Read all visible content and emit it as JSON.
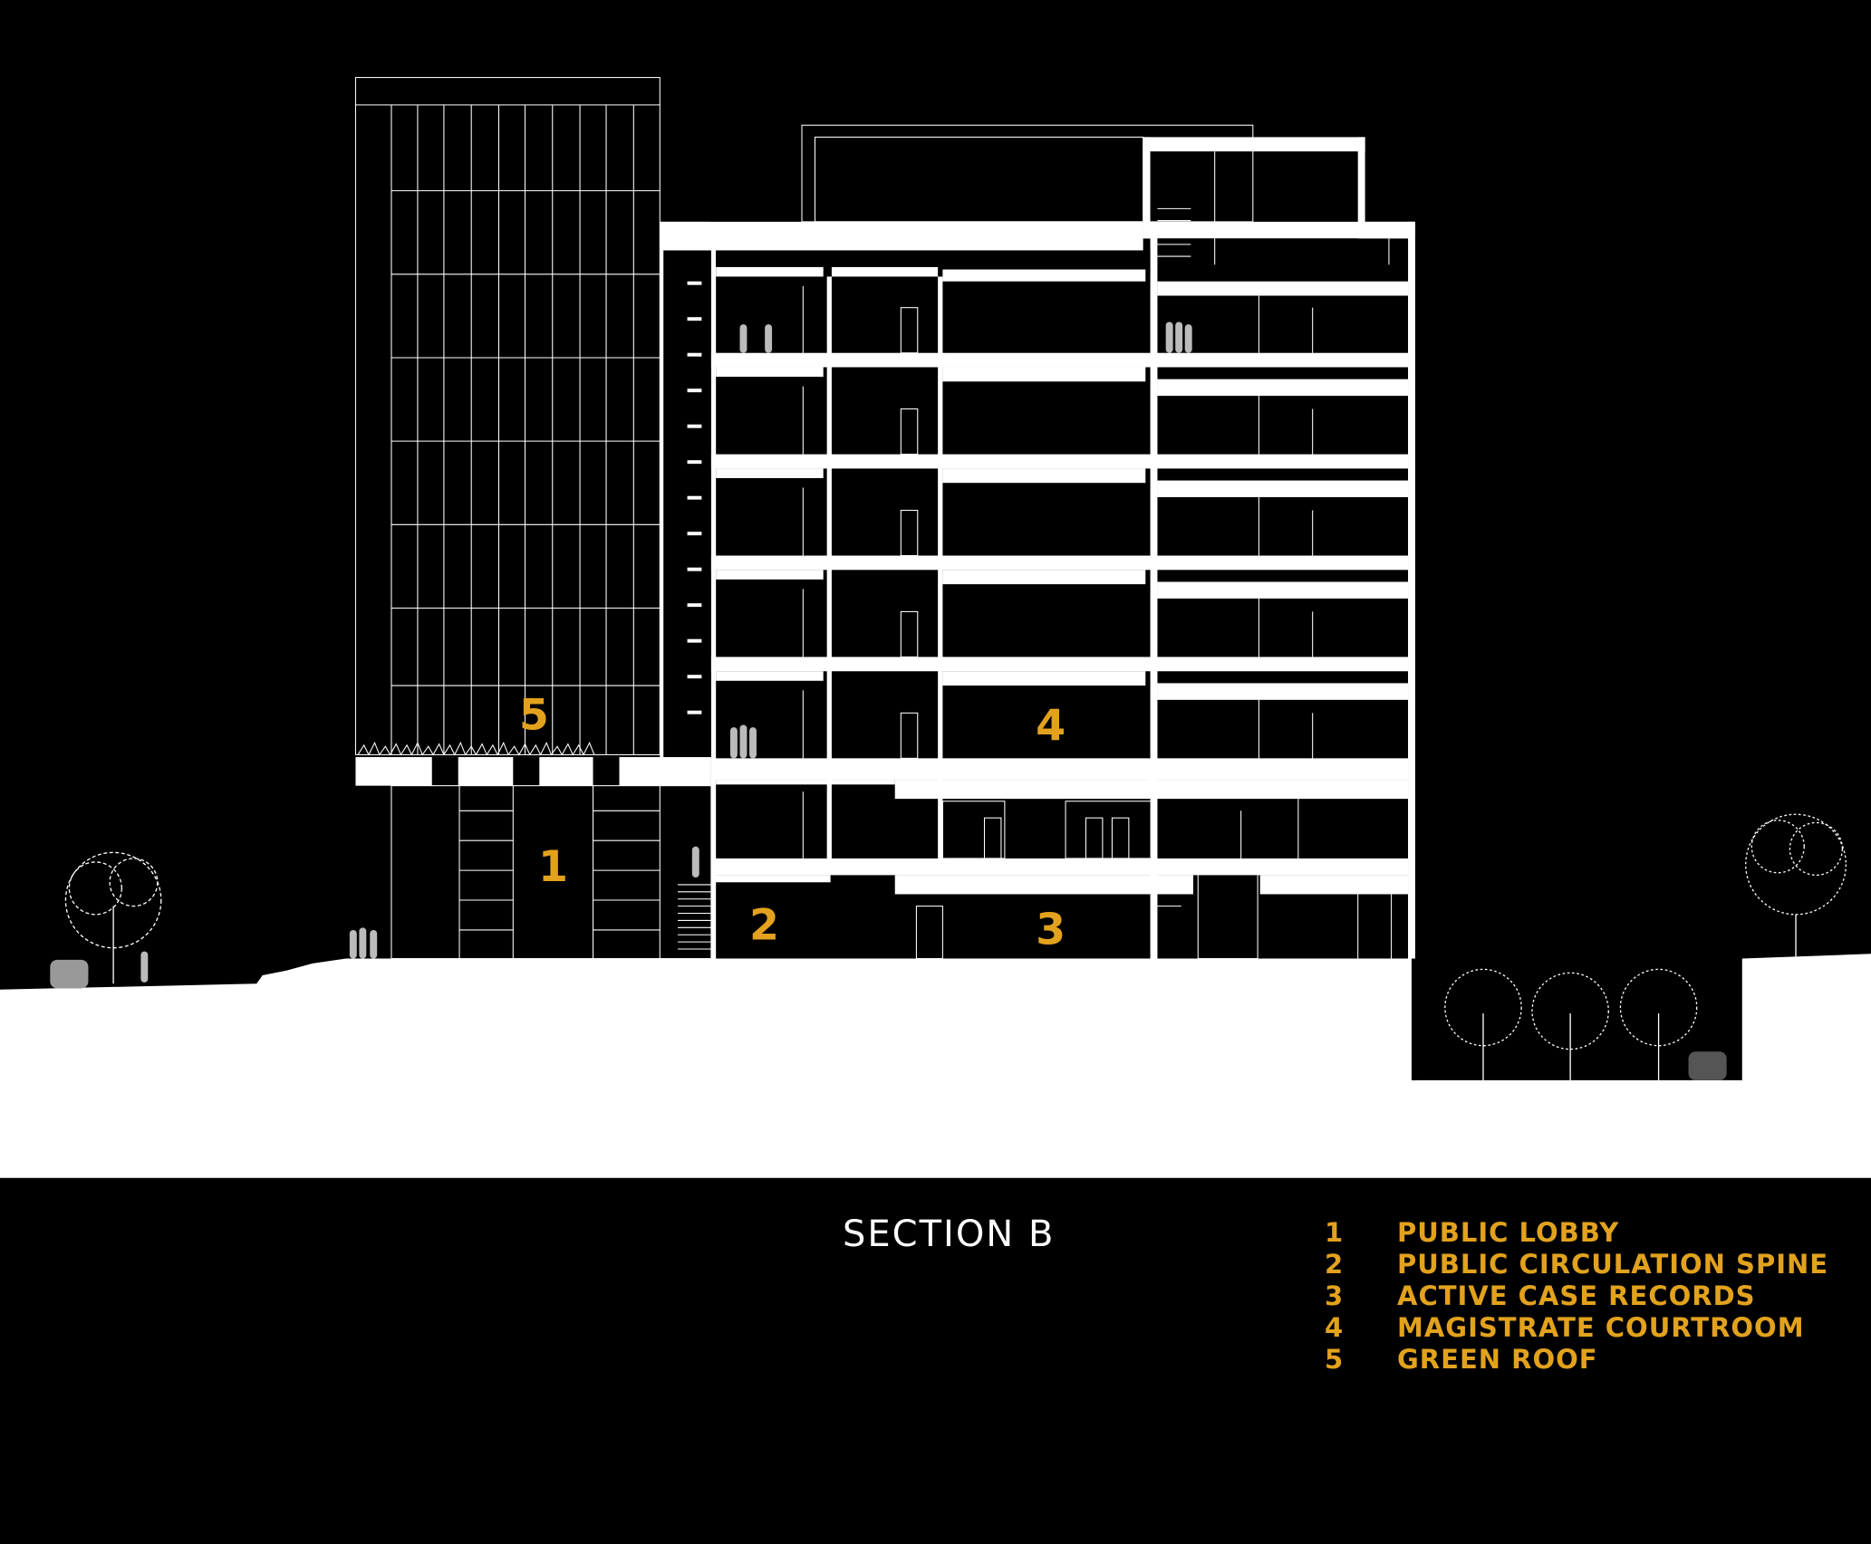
{
  "title": "SECTION B",
  "tags": [
    "5",
    "1",
    "2",
    "4",
    "3"
  ],
  "legend": [
    {
      "number": "1",
      "label": "PUBLIC LOBBY"
    },
    {
      "number": "2",
      "label": "PUBLIC CIRCULATION SPINE"
    },
    {
      "number": "3",
      "label": "ACTIVE CASE RECORDS"
    },
    {
      "number": "4",
      "label": "MAGISTRATE COURTROOM"
    },
    {
      "number": "5",
      "label": "GREEN ROOF"
    }
  ],
  "colors": {
    "accent": "#e2a21d",
    "line": "#ffffff",
    "background": "#000000"
  }
}
